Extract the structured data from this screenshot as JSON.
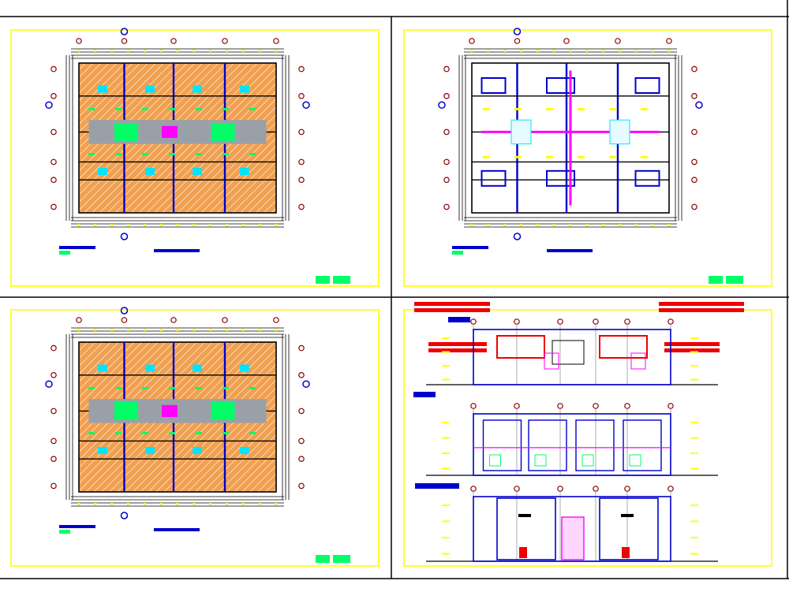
{
  "sheet": {
    "background": "#ffffff",
    "grid_line_color": "#000000",
    "panel_border_color": "#ffff33"
  },
  "palette": {
    "floor_fill": "#f0a050",
    "structure": "#0000cc",
    "accent_magenta": "#ff00ff",
    "accent_cyan": "#00e5ff",
    "accent_green": "#00ff66",
    "accent_yellow": "#ffff00",
    "accent_red": "#ee0000",
    "hatch_white": "#ffffff",
    "axis_marker": "#8b0000"
  },
  "panels": [
    {
      "id": "ground-floor-plan",
      "kind": "plan-hatched",
      "icon": "floor-plan-icon"
    },
    {
      "id": "roof-plan",
      "kind": "plan-outline",
      "icon": "roof-plan-icon"
    },
    {
      "id": "upper-floor-plan",
      "kind": "plan-hatched",
      "icon": "floor-plan-icon"
    },
    {
      "id": "elevations-sections",
      "kind": "elevations",
      "icon": "elevation-icon"
    }
  ]
}
